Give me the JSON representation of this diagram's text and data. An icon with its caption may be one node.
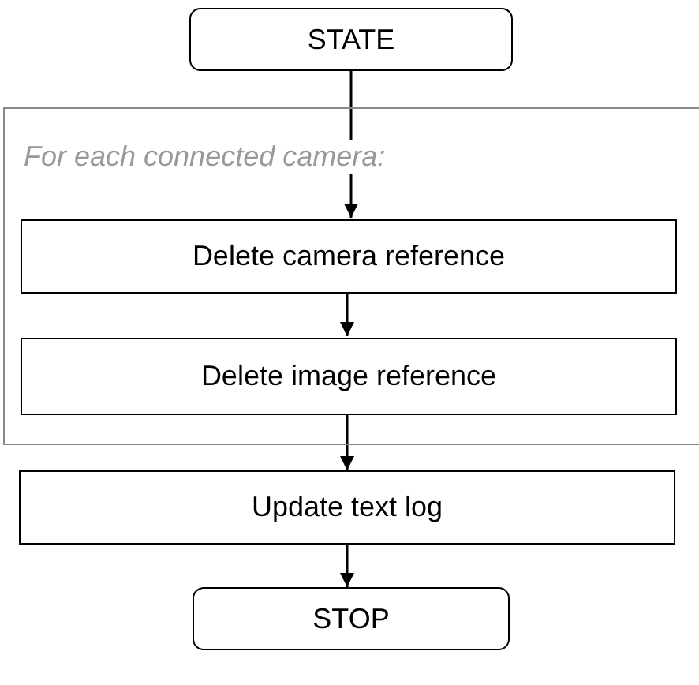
{
  "diagram": {
    "nodes": [
      {
        "text": [
          "STATE"
        ]
      },
      {
        "text": [
          "For each connected camera:"
        ]
      },
      {
        "text": [
          "Delete camera reference"
        ],
        "in": 1
      },
      {
        "text": [
          "Delete image reference"
        ],
        "in": 1
      },
      {
        "text": [
          "Update text log"
        ]
      },
      {
        "text": [
          "STOP"
        ]
      }
    ],
    "edges": [
      {
        "from": 0,
        "to": 2,
        "arrow": "to"
      },
      {
        "from": 2,
        "to": 3,
        "arrow": "to"
      },
      {
        "from": 3,
        "to": 4,
        "arrow": "to"
      },
      {
        "from": 4,
        "to": 5,
        "arrow": "to"
      }
    ]
  }
}
